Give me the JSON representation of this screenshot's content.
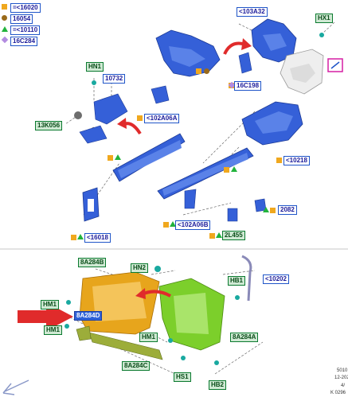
{
  "legend": [
    {
      "symbol": "square",
      "color": "#f0a81e",
      "label": "=<16020"
    },
    {
      "symbol": "circle",
      "color": "#9a6a1a",
      "label": "16054"
    },
    {
      "symbol": "triangle",
      "color": "#22b33c",
      "label": "=<10110"
    },
    {
      "symbol": "diamond",
      "color": "#b38be0",
      "label": "16C284"
    }
  ],
  "callouts_top": {
    "c103A32": "<103A32",
    "hx1": "HX1",
    "hn1": "HN1",
    "c10732": "10732",
    "c16C198": "16C198",
    "c102A06A": "<102A06A",
    "c13K056": "13K056",
    "c10218": "<10218",
    "c2082": "2082",
    "c102A06B": "<102A06B",
    "c16018": "<16018",
    "c2L455": "2L455"
  },
  "callouts_bottom": {
    "c8A284B": "8A284B",
    "hn2": "HN2",
    "hb1": "HB1",
    "c10202": "<10202",
    "hm1_left": "HM1",
    "c8A284D": "8A284D",
    "hm1_low": "HM1",
    "hm1_mid": "HM1",
    "c8A284A": "8A284A",
    "c8A284C": "8A284C",
    "hs1": "HS1",
    "hb2": "HB2"
  },
  "footer": {
    "line1": "5010",
    "line2": "12-202",
    "line3": "4/",
    "line4": "K 0296"
  },
  "colors": {
    "body_blue": "#3560d8",
    "radiator_orange": "#e7a51c",
    "support_green": "#7ccf2b",
    "bracket_olive": "#9cad3a",
    "arrow_red": "#e02b2b",
    "callout_border": "#1f55c8"
  }
}
